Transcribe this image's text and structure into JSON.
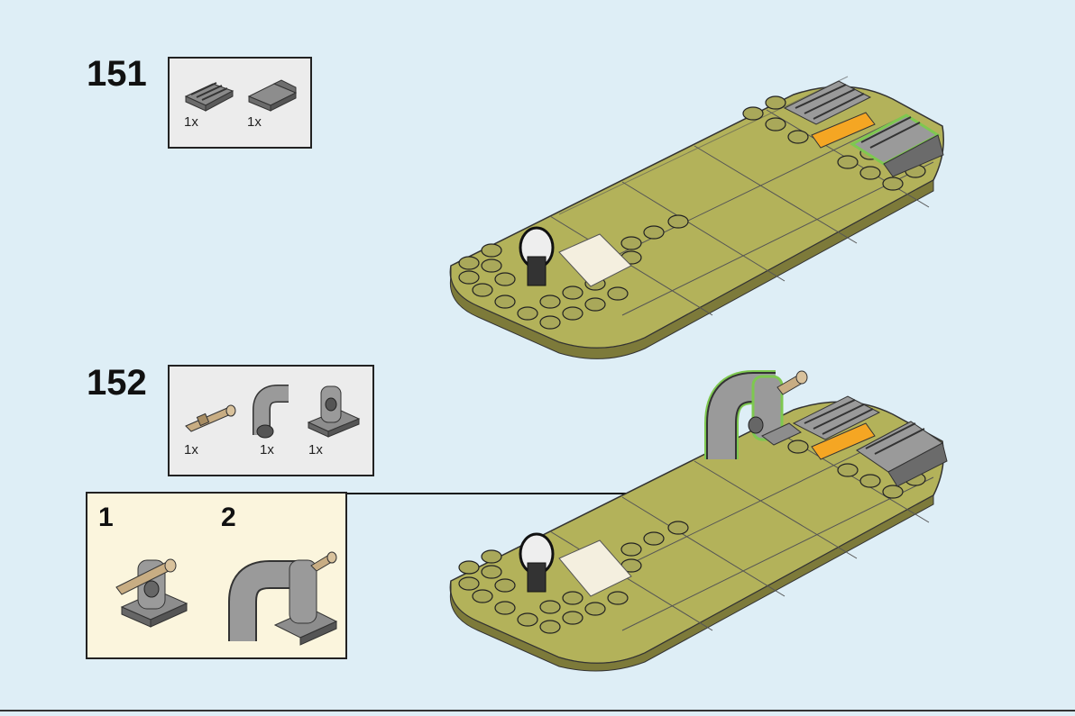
{
  "steps": [
    {
      "number": "151",
      "parts": [
        {
          "icon": "grille-plate-icon",
          "qty": "1x"
        },
        {
          "icon": "slope-brick-icon",
          "qty": "1x"
        }
      ]
    },
    {
      "number": "152",
      "parts": [
        {
          "icon": "axle-pin-icon",
          "qty": "1x"
        },
        {
          "icon": "bent-pipe-icon",
          "qty": "1x"
        },
        {
          "icon": "pin-connector-plate-icon",
          "qty": "1x"
        }
      ],
      "substeps": [
        "1",
        "2"
      ]
    }
  ],
  "colors": {
    "background": "#deeef6",
    "olive": "#b3b25a",
    "dark_gray": "#7d7d7d",
    "light_gray": "#a9a9a9",
    "tan": "#c8ad83",
    "orange": "#f5a623",
    "substep_background": "#fbf5dd",
    "highlight": "#7ec850"
  }
}
